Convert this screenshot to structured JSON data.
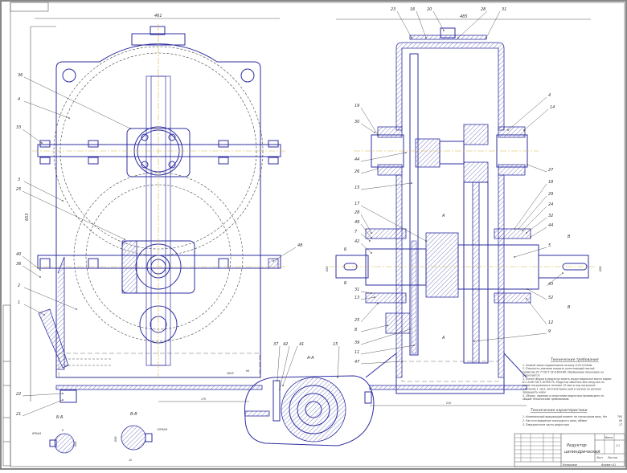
{
  "drawing": {
    "title": "Редуктор цилиндрический",
    "colors": {
      "outline": "#2e2ea0",
      "centerline": "#d2b448",
      "frame": "#555555"
    },
    "dimensions": {
      "left_width": "461",
      "left_height": "653",
      "right_width": "485",
      "right_base": "218",
      "left_base": "170",
      "oil_level": "40Н8",
      "oil_depth": "К6",
      "shaft_left": "Ø30",
      "shaft_right": "Ø36"
    },
    "sections": {
      "bb": "Б-Б",
      "vv": "В-В",
      "aa": "А-А",
      "a_mark": "А",
      "b_mark": "Б",
      "v_mark": "В"
    },
    "section_bb": {
      "width": "8",
      "dia": "Ø28",
      "key": "8Р9/h9"
    },
    "section_vv": {
      "width": "10",
      "dia": "Ø36",
      "key": "10Р9/h9"
    },
    "left_labels": [
      "36",
      "4",
      "33",
      "3",
      "25",
      "40",
      "36",
      "2",
      "1",
      "22",
      "21",
      "48"
    ],
    "right_labels": [
      "23",
      "16",
      "20",
      "28",
      "31",
      "4",
      "14",
      "19",
      "30",
      "44",
      "26",
      "15",
      "17",
      "28",
      "49",
      "7",
      "42",
      "31",
      "13",
      "25",
      "8",
      "39",
      "11",
      "47",
      "27",
      "18",
      "29",
      "24",
      "32",
      "44",
      "5",
      "43",
      "52",
      "12",
      "9"
    ],
    "aa_labels": [
      "37",
      "42",
      "41",
      "15"
    ],
    "tech_requirements": {
      "heading": "Технические требования",
      "lines": [
        "1. Осевой зазор подшипников на валу 0,03–0,05мм.",
        "2. Плоскость разъема покрыть уплотняющей пастой.",
        "Герметик УГ-7 ГОСТ 18-6-604-66. Применение прокладок не",
        "допускается.",
        "3. После сборки в редуктор залить индустриальное масло марки",
        "И-Г-А-68 ГОСТ 20799-75. Редуктор обкатать без нагрузки по",
        "схеме нагружения в течение 12 мин и под нагрузкой",
        "в течение 1 часа. Эксплуатацию шум и нагрев не должен",
        "превышать норм.",
        "4. Сборку, приемку и испытание редуктора производить по",
        "общим техническим требованиям."
      ]
    },
    "tech_specs": {
      "heading": "Технические характеристики",
      "lines": [
        {
          "label": "1. Номинальный вращающий момент на тихоходном валу, Нм",
          "value": "780"
        },
        {
          "label": "2. Частота вращения тихоходного вала, об/мин",
          "value": "88"
        },
        {
          "label": "3. Передаточное число редуктора",
          "value": "17"
        }
      ]
    },
    "title_block": {
      "name_line1": "Редуктор",
      "name_line2": "цилиндрический",
      "sheet": "Лист",
      "sheets": "Листов",
      "scale": "1:1",
      "mass": "Масса",
      "copied": "Копировал",
      "format": "Формат А1"
    }
  }
}
